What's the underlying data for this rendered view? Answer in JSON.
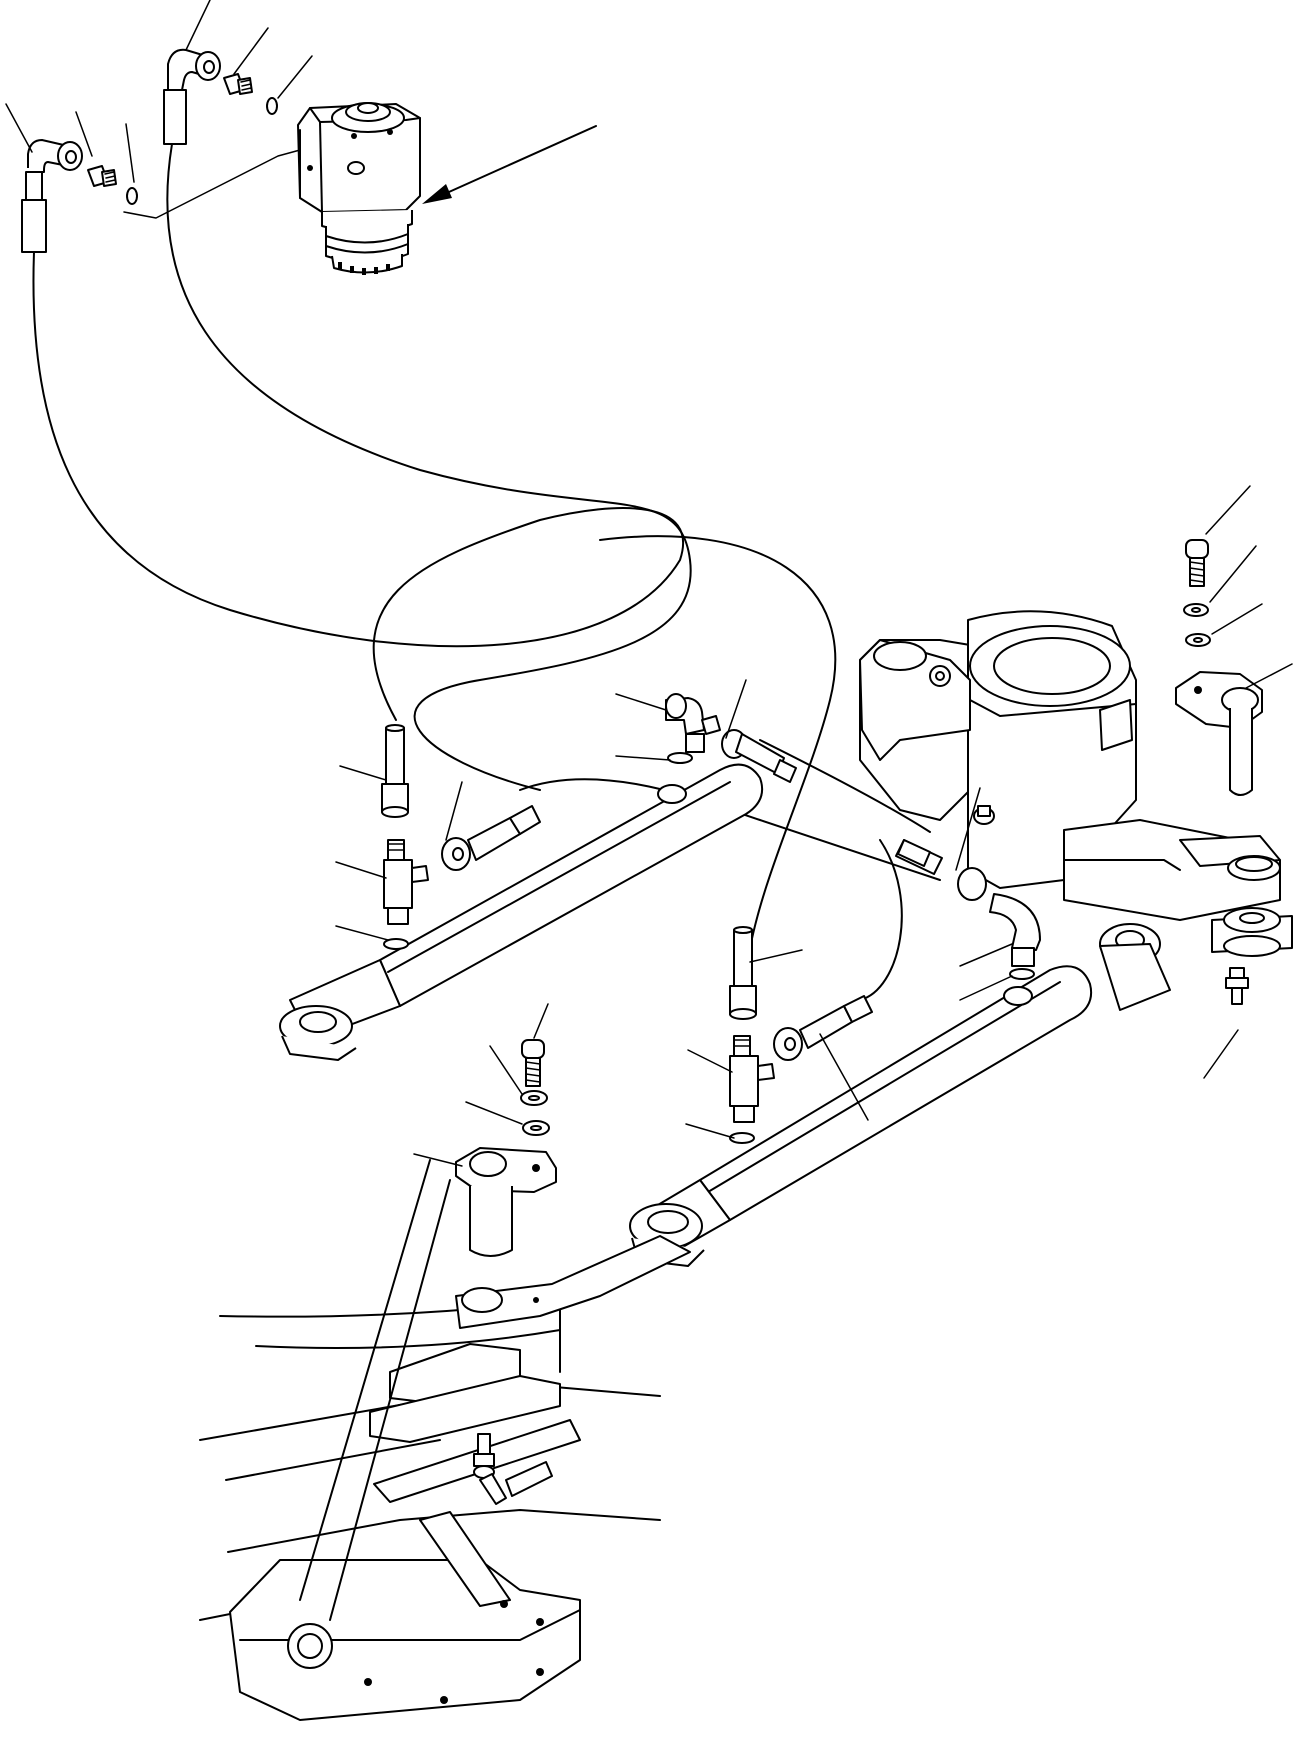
{
  "diagram": {
    "kind": "exploded-parts-view",
    "line_color": "#000000",
    "background": "#ffffff",
    "callout_count": 26,
    "components": [
      "steering-unit",
      "hydraulic-hose",
      "elbow-fitting",
      "adapter-fitting",
      "o-ring",
      "tee-fitting",
      "hose-end",
      "steering-cylinder",
      "axle-body",
      "kingpin-plate",
      "bolt",
      "washer",
      "grease-nipple",
      "chassis-frame"
    ]
  }
}
